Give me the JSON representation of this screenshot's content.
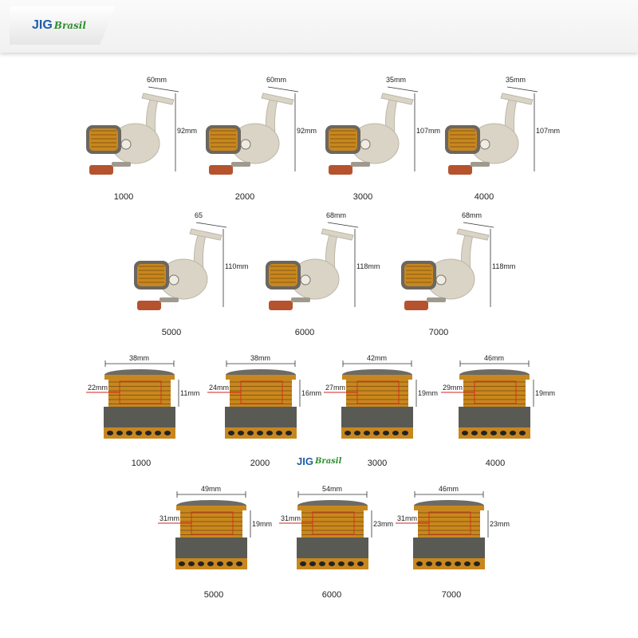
{
  "header": {
    "logo_main": "JIG",
    "logo_script": "Brasil"
  },
  "mid_logo": {
    "logo_main": "JIG",
    "logo_script": "Brasil"
  },
  "reels": [
    {
      "model": "1000",
      "handle": "60mm",
      "height": "92mm"
    },
    {
      "model": "2000",
      "handle": "60mm",
      "height": "92mm"
    },
    {
      "model": "3000",
      "handle": "35mm",
      "height": "107mm"
    },
    {
      "model": "4000",
      "handle": "35mm",
      "height": "107mm"
    },
    {
      "model": "5000",
      "handle": "65",
      "height": "110mm"
    },
    {
      "model": "6000",
      "handle": "68mm",
      "height": "118mm"
    },
    {
      "model": "7000",
      "handle": "68mm",
      "height": "118mm"
    }
  ],
  "spools": [
    {
      "model": "1000",
      "width": "38mm",
      "line_diameter": "22mm",
      "depth": "11mm"
    },
    {
      "model": "2000",
      "width": "38mm",
      "line_diameter": "24mm",
      "depth": "16mm"
    },
    {
      "model": "3000",
      "width": "42mm",
      "line_diameter": "27mm",
      "depth": "19mm"
    },
    {
      "model": "4000",
      "width": "46mm",
      "line_diameter": "29mm",
      "depth": "19mm"
    },
    {
      "model": "5000",
      "width": "49mm",
      "line_diameter": "31mm",
      "depth": "19mm"
    },
    {
      "model": "6000",
      "width": "54mm",
      "line_diameter": "31mm",
      "depth": "23mm"
    },
    {
      "model": "7000",
      "width": "46mm",
      "line_diameter": "31mm",
      "depth": "23mm"
    }
  ],
  "colors": {
    "reel_body": "#d9d4c6",
    "spool_gold": "#c8871e",
    "spool_grey": "#5a5a55",
    "dim_red": "#d62020",
    "logo_blue": "#1e5ea8",
    "logo_green": "#2f8f2f"
  }
}
